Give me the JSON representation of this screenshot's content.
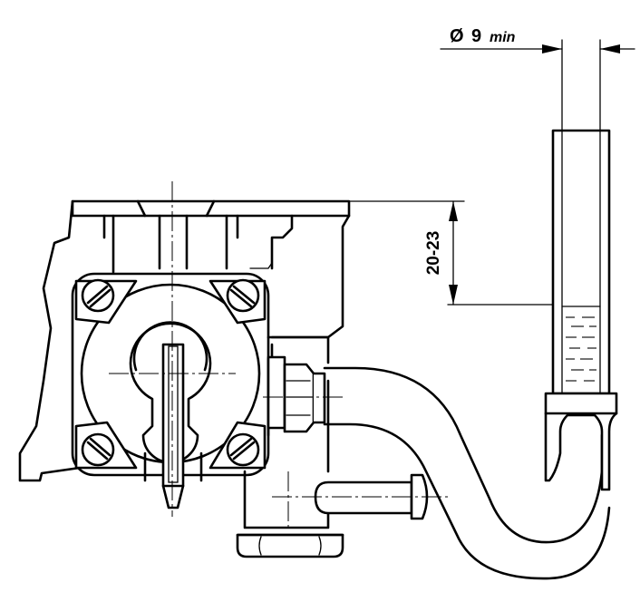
{
  "diagram": {
    "dimensions": {
      "tube_diameter_prefix": "Ø",
      "tube_diameter_value": "9",
      "tube_diameter_suffix": "min",
      "fuel_level_range": "20-23"
    }
  }
}
